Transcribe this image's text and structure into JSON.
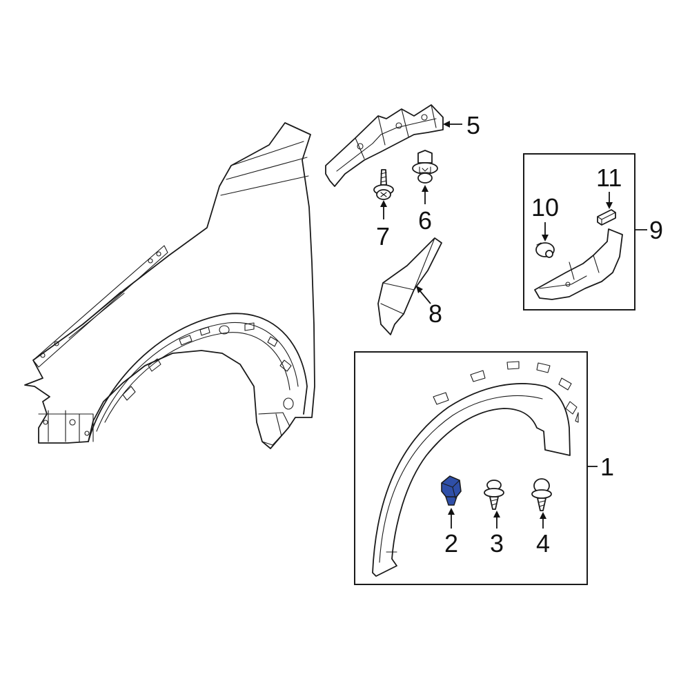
{
  "callouts": {
    "c1": "1",
    "c2": "2",
    "c3": "3",
    "c4": "4",
    "c5": "5",
    "c6": "6",
    "c7": "7",
    "c8": "8",
    "c9": "9",
    "c10": "10",
    "c11": "11"
  },
  "colors": {
    "highlight_part": "#2f4fa8",
    "line": "#1a1a1a",
    "background": "#ffffff"
  }
}
